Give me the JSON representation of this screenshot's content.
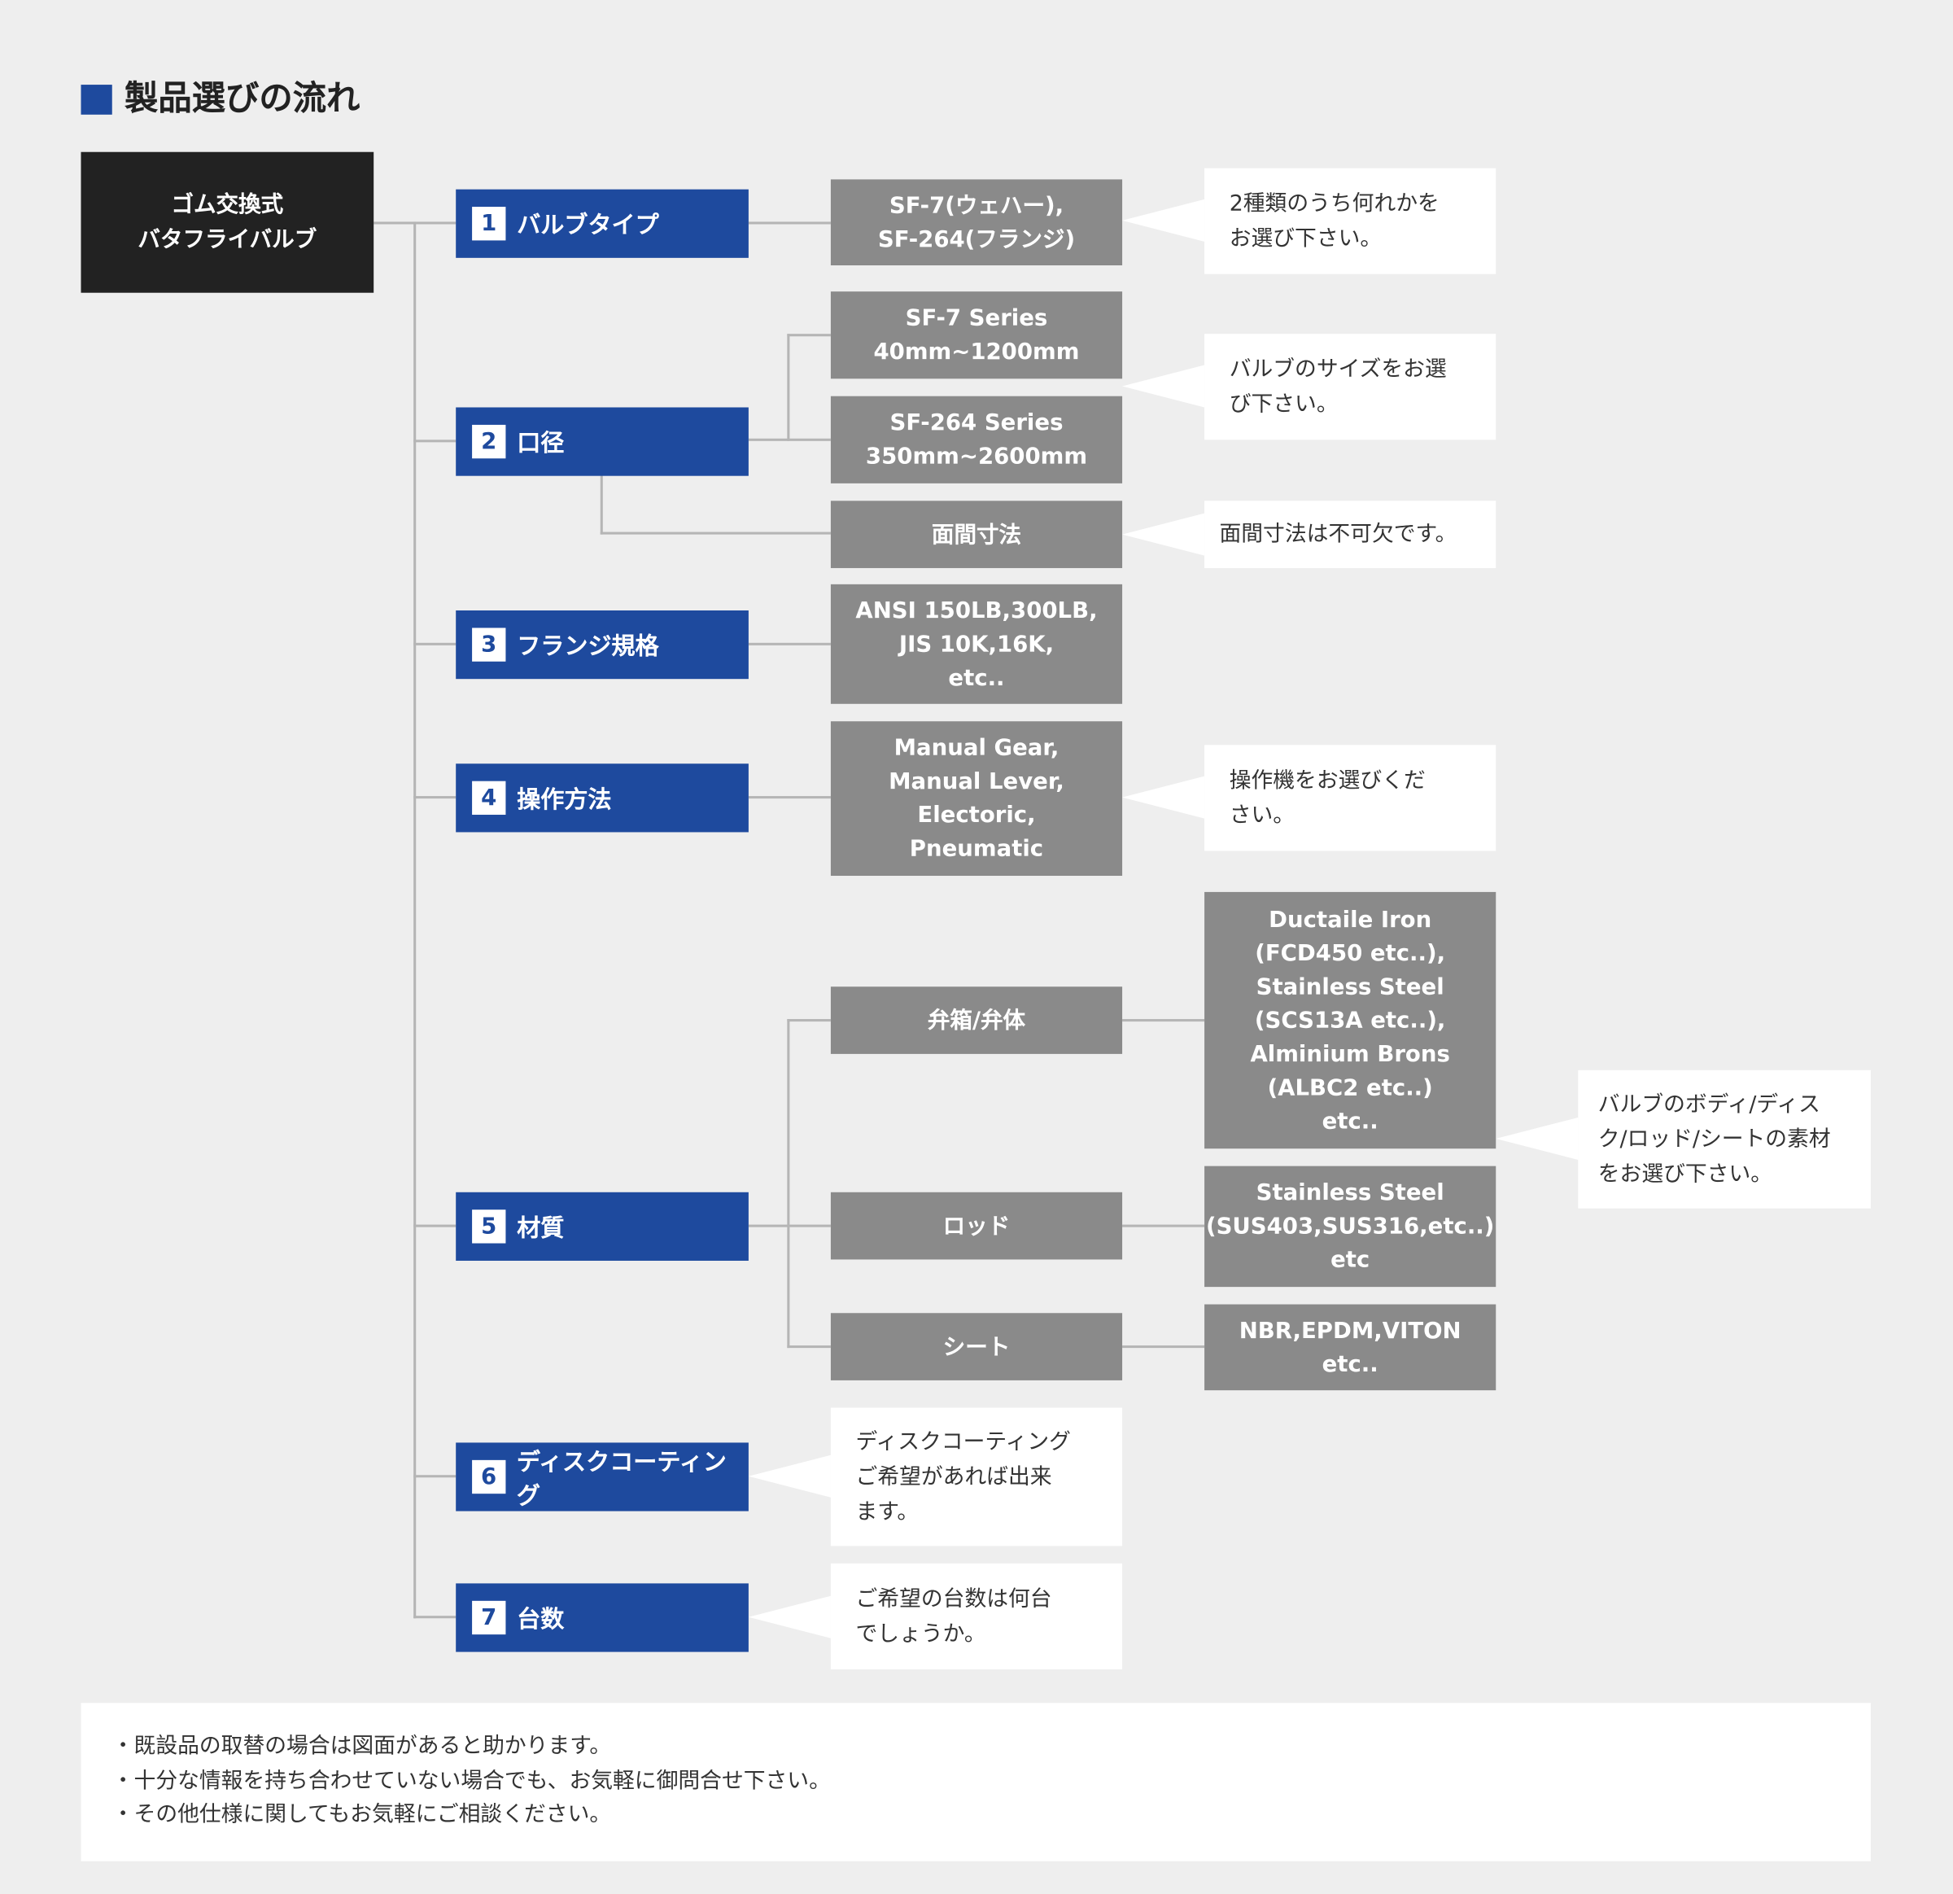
{
  "title": "製品選びの流れ",
  "root": {
    "lines": [
      "ゴム交換式",
      "バタフライバルブ"
    ]
  },
  "steps": [
    {
      "num": "1",
      "label": "バルブタイプ"
    },
    {
      "num": "2",
      "label": "口径"
    },
    {
      "num": "3",
      "label": "フランジ規格"
    },
    {
      "num": "4",
      "label": "操作方法"
    },
    {
      "num": "5",
      "label": "材質"
    },
    {
      "num": "6",
      "label": "ディスクコーティング"
    },
    {
      "num": "7",
      "label": "台数"
    }
  ],
  "options": {
    "valve_type": [
      "SF-7(ウェハー),",
      "SF-264(フランジ)"
    ],
    "size_sf7": [
      "SF-7 Series",
      "40mm~1200mm"
    ],
    "size_sf264": [
      "SF-264 Series",
      "350mm~2600mm"
    ],
    "face_to_face": [
      "面間寸法"
    ],
    "flange": [
      "ANSI 150LB,300LB,",
      "JIS 10K,16K,",
      "etc.."
    ],
    "operation": [
      "Manual Gear,",
      "Manual Lever,",
      "Electoric,",
      "Pneumatic"
    ],
    "material_body": [
      "弁箱/弁体"
    ],
    "material_rod": [
      "ロッド"
    ],
    "material_seat": [
      "シート"
    ],
    "body_materials": [
      "Ductaile Iron",
      "(FCD450 etc..),",
      "Stainless Steel",
      "(SCS13A etc..),",
      "Alminium Brons",
      "(ALBC2 etc..)",
      "etc.."
    ],
    "rod_materials": [
      "Stainless Steel",
      "(SUS403,SUS316,etc..)",
      "etc"
    ],
    "seat_materials": [
      "NBR,EPDM,VITON",
      "etc.."
    ]
  },
  "notes": {
    "valve_type": [
      "2種類のうち何れかを",
      "お選び下さい。"
    ],
    "size": [
      "バルブのサイズをお選",
      "び下さい。"
    ],
    "face_to_face": [
      "面間寸法は不可欠です。"
    ],
    "operation": [
      "操作機をお選びくだ",
      "さい。"
    ],
    "material": [
      "バルブのボディ/ディス",
      "ク/ロッド/シートの素材",
      "をお選び下さい。"
    ],
    "coating": [
      "ディスクコーティング",
      "ご希望があれば出来",
      "ます。"
    ],
    "quantity": [
      "ご希望の台数は何台",
      "でしょうか。"
    ]
  },
  "footer": [
    "・既設品の取替の場合は図面があると助かります。",
    "・十分な情報を持ち合わせていない場合でも、お気軽に御問合せ下さい。",
    "・その他仕様に関してもお気軽にご相談ください。"
  ],
  "colors": {
    "accent": "#1e4a9e",
    "root": "#222222",
    "option": "#8a8a8a",
    "line": "#b5b5b5",
    "background": "#eeeeee"
  }
}
